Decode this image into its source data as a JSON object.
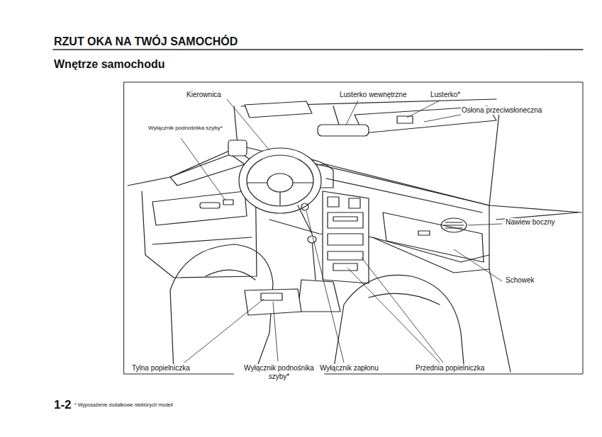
{
  "diagram": {
    "title": "RZUT OKA NA TWÓJ SAMOCHÓD",
    "labels": [
      "Wnętrze samochodu",
      "Kierownica",
      "Lusterko wewnętrzne",
      "Lusterko*",
      "Osłona przeciwsłoneczna",
      "Wyłącznik podnośnika szyby*",
      "Nawiew boczny",
      "Schowek",
      "Tylna popielniczka",
      "Wyłącznik podnośnika szyby*",
      "Wyłącznik zapłonu",
      "Przednia popielniczka",
      "1-2",
      "* Wyposażenie dodatkowe niektórych modeli"
    ]
  }
}
